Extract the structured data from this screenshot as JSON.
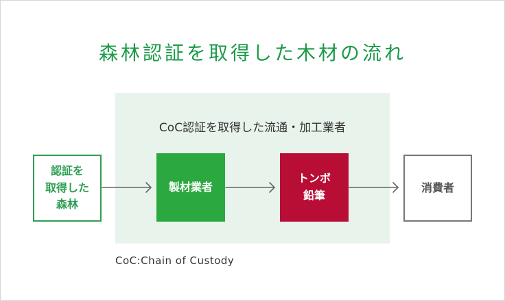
{
  "title": "森林認証を取得した木材の流れ",
  "coc_area_label": "CoC認証を取得した流通・加工業者",
  "nodes": {
    "forest": [
      "認証を",
      "取得した",
      "森林"
    ],
    "mill": [
      "製材業者"
    ],
    "tombow": [
      "トンボ",
      "鉛筆"
    ],
    "consumer": [
      "消費者"
    ]
  },
  "footnote": "CoC:Chain of Custody",
  "colors": {
    "title": "#1a9a47",
    "forest_border": "#2f9d53",
    "mill_fill": "#2ba83f",
    "tombow_fill": "#b80d35",
    "consumer_border": "#777777",
    "coc_area_bg": "#e8f3ec",
    "arrow": "#666666"
  }
}
